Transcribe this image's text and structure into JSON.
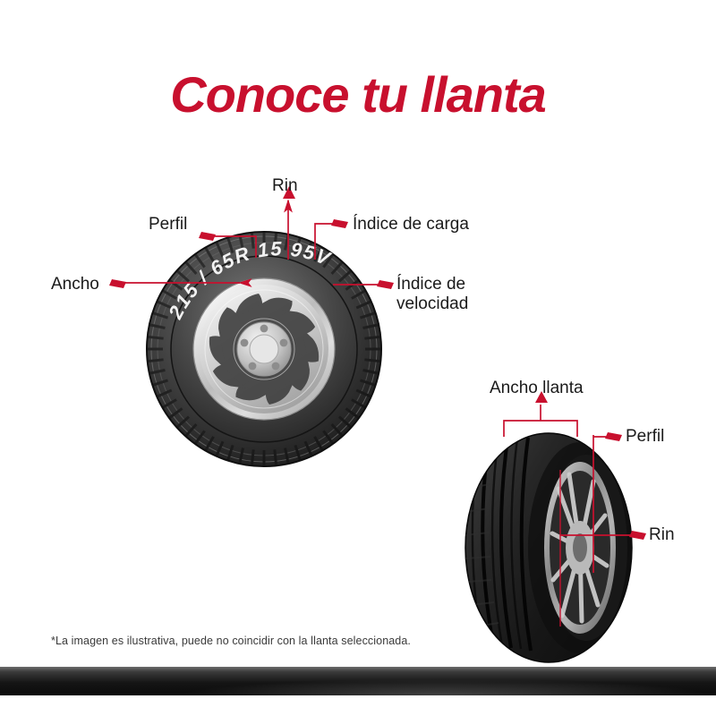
{
  "page": {
    "title": "Conoce tu llanta",
    "background_color": "#FFFFFF",
    "accent_color": "#C8102E",
    "text_color": "#1A1A1A",
    "footnote": "*La imagen es ilustrativa, puede no coincidir con la llanta seleccionada."
  },
  "tire_front": {
    "sidewall_code": "215 / 65R 15 95V",
    "code_parts": {
      "ancho": "215",
      "separator": "/",
      "perfil_construccion": "65R",
      "rin": "15",
      "indice_carga": "95",
      "indice_velocidad": "V"
    },
    "callouts": [
      {
        "id": "ancho",
        "label": "Ancho"
      },
      {
        "id": "perfil",
        "label": "Perfil"
      },
      {
        "id": "rin",
        "label": "Rin"
      },
      {
        "id": "indice-de-carga",
        "label": "Índice de carga"
      },
      {
        "id": "indice-de-velocidad",
        "label_line1": "Índice de",
        "label_line2": "velocidad"
      }
    ]
  },
  "tire_angled": {
    "callouts": [
      {
        "id": "ancho-llanta",
        "label": "Ancho llanta"
      },
      {
        "id": "perfil",
        "label": "Perfil"
      },
      {
        "id": "rin",
        "label": "Rin"
      }
    ]
  }
}
